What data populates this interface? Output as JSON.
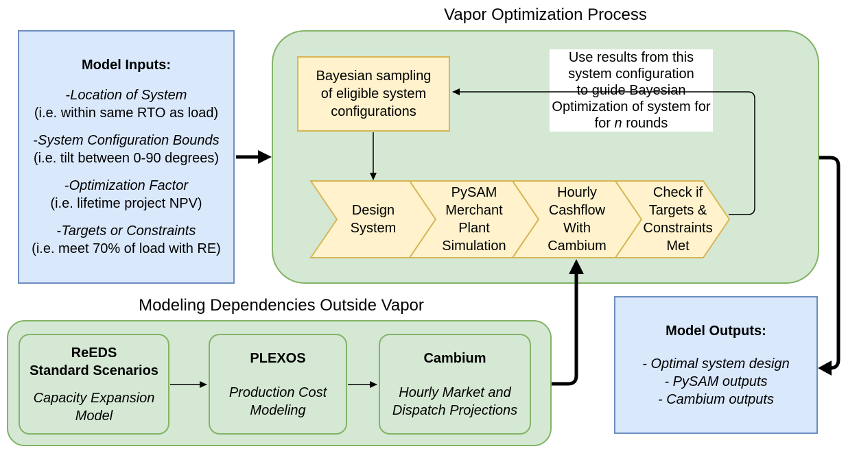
{
  "titles": {
    "process": "Vapor Optimization Process",
    "dependencies": "Modeling Dependencies Outside Vapor"
  },
  "inputs": {
    "heading": "Model Inputs:",
    "items": [
      {
        "prefix": "-",
        "name": "Location of System",
        "example": "(i.e. within same RTO as load)"
      },
      {
        "prefix": "-",
        "name": "System Configuration Bounds",
        "example": "(i.e. tilt between 0-90 degrees)"
      },
      {
        "prefix": "-",
        "name": "Optimization Factor",
        "example": "(i.e. lifetime project NPV)"
      },
      {
        "prefix": "-",
        "name": "Targets or Constraints",
        "example": "(i.e. meet 70% of load with RE)"
      }
    ]
  },
  "bayesian_box": {
    "line1": "Bayesian sampling",
    "line2": "of eligible system",
    "line3": "configurations"
  },
  "feedback_note": {
    "line1": "Use results from this",
    "line2": "system configuration",
    "line3": "to guide Bayesian",
    "line4": "Optimization of system for",
    "line5_pre": "for ",
    "line5_var": "n",
    "line5_post": " rounds"
  },
  "steps": [
    {
      "lines": [
        "Design",
        "System"
      ]
    },
    {
      "lines": [
        "PySAM",
        "Merchant",
        "Plant",
        "Simulation"
      ]
    },
    {
      "lines": [
        "Hourly",
        "Cashflow",
        "With",
        "Cambium"
      ]
    },
    {
      "lines": [
        "Check if",
        "Targets &",
        "Constraints",
        "Met"
      ]
    }
  ],
  "dependencies": [
    {
      "title_line1": "ReEDS",
      "title_line2": "Standard Scenarios",
      "desc_line1": "Capacity Expansion",
      "desc_line2": "Model"
    },
    {
      "title_line1": "PLEXOS",
      "desc_line1": "Production Cost",
      "desc_line2": "Modeling"
    },
    {
      "title_line1": "Cambium",
      "desc_line1": "Hourly Market and",
      "desc_line2": "Dispatch Projections"
    }
  ],
  "outputs": {
    "heading": "Model Outputs:",
    "items": [
      {
        "text": "- Optimal system design"
      },
      {
        "text": "- PySAM outputs"
      },
      {
        "text": "- Cambium outputs"
      }
    ]
  },
  "colors": {
    "input_fill": "#dae8fc",
    "input_stroke": "#6c8ebf",
    "process_fill": "#d5e8d4",
    "process_stroke": "#82b366",
    "step_fill": "#fff2cc",
    "step_stroke": "#d6b656"
  }
}
